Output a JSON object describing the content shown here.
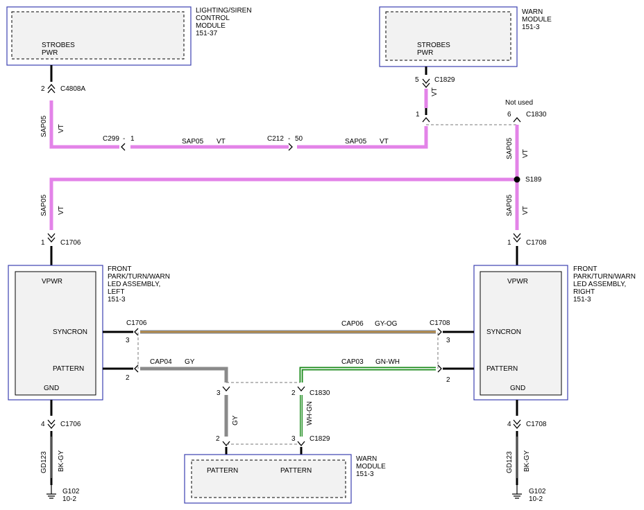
{
  "colors": {
    "module_border": "#3b3fb0",
    "module_fill": "#f2f2f2",
    "violet_wire": "#e383e8",
    "gray_wire": "#8a8a8a",
    "green_wire": "#1a8a1a",
    "orange_wire": "#c8892b",
    "black_wire": "#000000"
  },
  "lighting_module": {
    "l1": "LIGHTING/SIREN",
    "l2": "CONTROL",
    "l3": "MODULE",
    "l4": "151-37",
    "pin_top": "STROBES",
    "pin_bot": "PWR"
  },
  "warn_module_top": {
    "l1": "WARN",
    "l2": "MODULE",
    "l3": "151-3",
    "pin_top": "STROBES",
    "pin_bot": "PWR"
  },
  "warn_module_bottom": {
    "l1": "WARN",
    "l2": "MODULE",
    "l3": "151-3",
    "pin_a": "PATTERN",
    "pin_b": "PATTERN"
  },
  "led_left": {
    "l1": "FRONT",
    "l2": "PARK/TURN/WARN",
    "l3": "LED ASSEMBLY,",
    "l4": "LEFT",
    "l5": "151-3",
    "vpwr": "VPWR",
    "syncron": "SYNCRON",
    "pattern": "PATTERN",
    "gnd": "GND"
  },
  "led_right": {
    "l1": "FRONT",
    "l2": "PARK/TURN/WARN",
    "l3": "LED ASSEMBLY,",
    "l4": "RIGHT",
    "l5": "151-3",
    "vpwr": "VPWR",
    "syncron": "SYNCRON",
    "pattern": "PATTERN",
    "gnd": "GND"
  },
  "connectors": {
    "c4808a": "C4808A",
    "c4808a_pin": "2",
    "c299": "C299",
    "c299_pin": "1",
    "c212": "C212",
    "c212_pin": "50",
    "c1829_top": "C1829",
    "c1829_top_pin": "5",
    "splice_pin": "1",
    "c1830_top": "C1830",
    "c1830_top_pin": "6",
    "not_used": "Not used",
    "s189": "S189",
    "c1706_top": "C1706",
    "c1706_top_pin": "1",
    "c1708_top": "C1708",
    "c1708_top_pin": "1",
    "c1706_sync": "C1706",
    "c1706_sync_pin": "3",
    "c1706_pat_pin": "2",
    "c1708_sync": "C1708",
    "c1708_sync_pin": "3",
    "c1708_pat_pin": "2",
    "c1830_bot": "C1830",
    "c1830_bot_pin3": "3",
    "c1830_bot_pin2": "2",
    "c1829_bot": "C1829",
    "c1829_bot_pin2": "2",
    "c1829_bot_pin3": "3",
    "c1706_bot": "C1706",
    "c1706_bot_pin": "4",
    "c1708_bot": "C1708",
    "c1708_bot_pin": "4",
    "dash": "-"
  },
  "wires": {
    "sap05": "SAP05",
    "vt": "VT",
    "cap06": "CAP06",
    "gy_og": "GY-OG",
    "cap04": "CAP04",
    "gy": "GY",
    "cap03": "CAP03",
    "gn_wh": "GN-WH",
    "wh_gn": "WH-GN",
    "gd123": "GD123",
    "bk_gy": "BK-GY"
  },
  "grounds": {
    "g102_left": "G102",
    "ref_left": "10-2",
    "g102_right": "G102",
    "ref_right": "10-2"
  }
}
